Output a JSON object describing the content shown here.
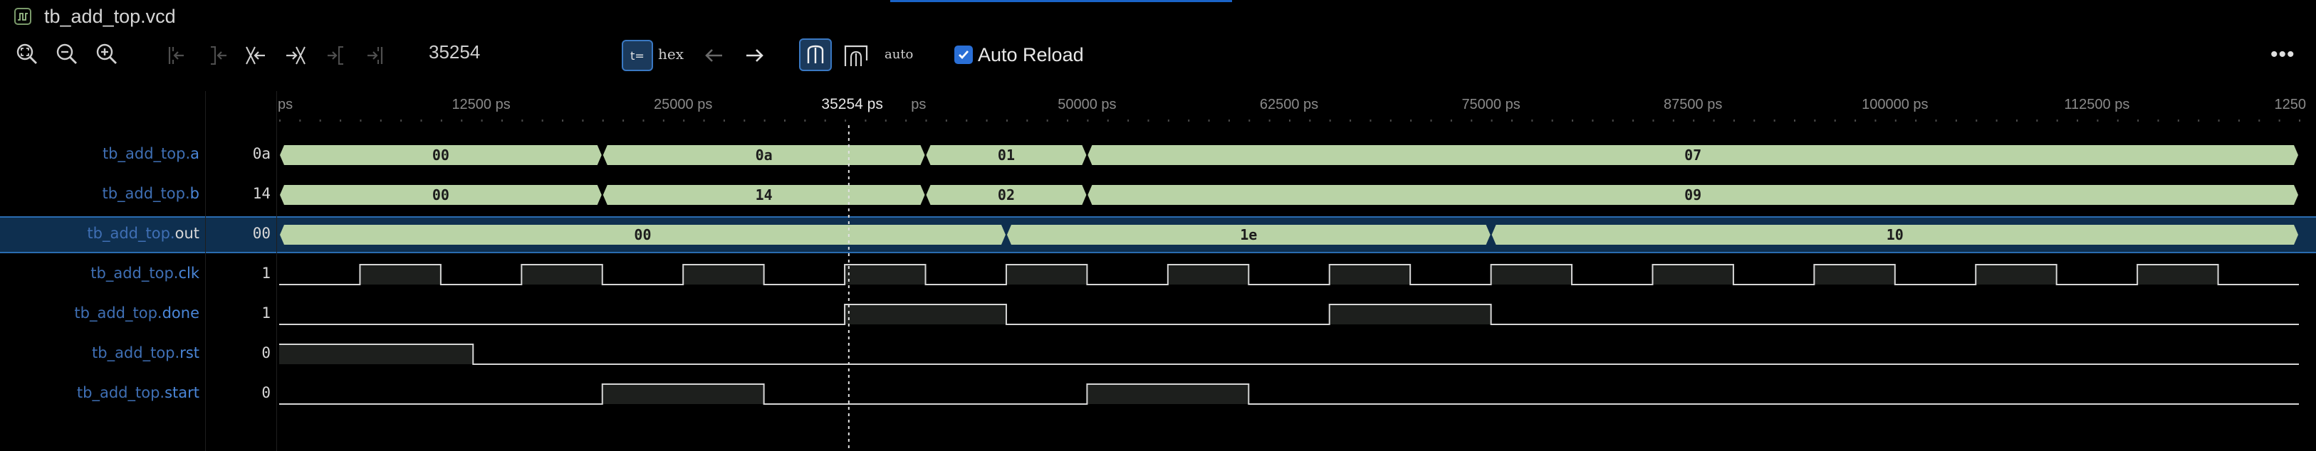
{
  "window": {
    "title": "tb_add_top.vcd"
  },
  "toolbar": {
    "zoom_fit_icon": "zoom-fit-icon",
    "zoom_out_icon": "zoom-out-icon",
    "zoom_in_icon": "zoom-in-icon",
    "current_time": "35254",
    "hex_toggle_label": "t=",
    "radix_label": "hex",
    "auto_label": "auto",
    "auto_reload_label": "Auto Reload",
    "auto_reload_checked": true,
    "more_label": "⋮"
  },
  "timeline": {
    "unit": "ps",
    "start_label": "ps",
    "ticks": [
      {
        "t": 12500,
        "label": "12500 ps"
      },
      {
        "t": 25000,
        "label": "25000 ps"
      },
      {
        "t": 50000,
        "label": "50000 ps"
      },
      {
        "t": 62500,
        "label": "62500 ps"
      },
      {
        "t": 75000,
        "label": "75000 ps"
      },
      {
        "t": 87500,
        "label": "87500 ps"
      },
      {
        "t": 100000,
        "label": "100000 ps"
      },
      {
        "t": 112500,
        "label": "112500 ps"
      },
      {
        "t": 125000,
        "label": "1250"
      }
    ],
    "cursor": {
      "t": 35254,
      "label": "35254 ps",
      "partial_label": "ps"
    },
    "t_end": 125000
  },
  "signals": [
    {
      "scope": "tb_add_top.",
      "name": "a",
      "value": "0a",
      "type": "bus",
      "segments": [
        [
          0,
          20000,
          "00"
        ],
        [
          20000,
          40000,
          "0a"
        ],
        [
          40000,
          50000,
          "01"
        ],
        [
          50000,
          125000,
          "07"
        ]
      ]
    },
    {
      "scope": "tb_add_top.",
      "name": "b",
      "value": "14",
      "type": "bus",
      "segments": [
        [
          0,
          20000,
          "00"
        ],
        [
          20000,
          40000,
          "14"
        ],
        [
          40000,
          50000,
          "02"
        ],
        [
          50000,
          125000,
          "09"
        ]
      ]
    },
    {
      "scope": "tb_add_top.",
      "name": "out",
      "value": "00",
      "type": "bus",
      "selected": true,
      "segments": [
        [
          0,
          45000,
          "00"
        ],
        [
          45000,
          75000,
          "1e"
        ],
        [
          75000,
          125000,
          "10"
        ]
      ]
    },
    {
      "scope": "tb_add_top.",
      "name": "clk",
      "value": "1",
      "type": "clock",
      "period": 10000,
      "first_rise": 5000
    },
    {
      "scope": "tb_add_top.",
      "name": "done",
      "value": "1",
      "type": "bit",
      "highs": [
        [
          35000,
          45000
        ],
        [
          65000,
          75000
        ]
      ]
    },
    {
      "scope": "tb_add_top.",
      "name": "rst",
      "value": "0",
      "type": "bit",
      "highs": [
        [
          0,
          12000
        ]
      ]
    },
    {
      "scope": "tb_add_top.",
      "name": "start",
      "value": "0",
      "type": "bit",
      "highs": [
        [
          20000,
          30000
        ],
        [
          50000,
          60000
        ]
      ]
    }
  ],
  "colors": {
    "bus_fill": "#b9d3a6",
    "bus_text": "#1c1c1c",
    "wire": "#d6d6d6",
    "high_fill": "#1d1f1d",
    "selected_row": "#0e2f4f",
    "accent": "#2a6fd6"
  }
}
